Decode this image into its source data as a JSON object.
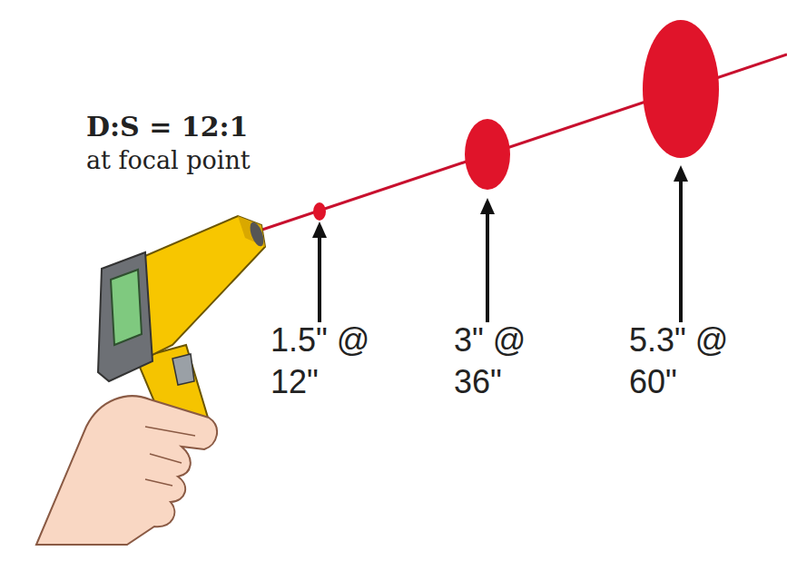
{
  "diagram": {
    "title": "D:S = 12:1",
    "labels": [
      "at focal point",
      "1.5\" @ 12\"",
      "3\" @ 36\"",
      "5.3\" @ 60\""
    ]
  }
}
